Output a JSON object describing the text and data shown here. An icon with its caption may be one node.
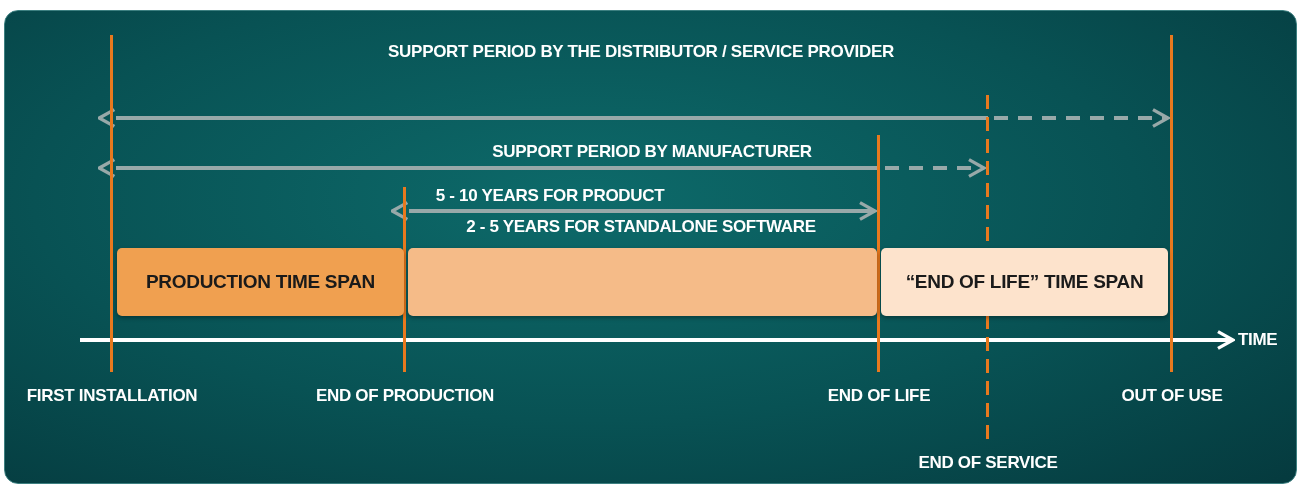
{
  "diagram": {
    "nodes": [
      {
        "text": [
          "FIRST INSTALLATION"
        ]
      },
      {
        "text": [
          "END OF PRODUCTION"
        ]
      },
      {
        "text": [
          "END OF LIFE"
        ]
      },
      {
        "text": [
          "END OF SERVICE"
        ]
      },
      {
        "text": [
          "OUT OF USE"
        ]
      },
      {
        "text": [
          "PRODUCTION TIME SPAN"
        ]
      },
      {
        "text": [],
        "shape": "bar"
      },
      {
        "text": [
          "“END OF LIFE” TIME SPAN"
        ]
      },
      {
        "text": [
          "TIME"
        ]
      }
    ],
    "edges": [
      {
        "from": 0,
        "to": 4,
        "arrow": "both",
        "style": "dashed",
        "label": "SUPPORT PERIOD BY THE DISTRIBUTOR / SERVICE PROVIDER"
      },
      {
        "from": 0,
        "to": 3,
        "arrow": "both",
        "style": "dashed",
        "label": "SUPPORT PERIOD BY MANUFACTURER"
      },
      {
        "from": 1,
        "to": 2,
        "arrow": "both",
        "label": "5 - 10 YEARS FOR PRODUCT"
      },
      {
        "from": null,
        "to": 8,
        "arrow": "to",
        "color": "#ffffff"
      }
    ],
    "labels": [
      "2 - 5 YEARS FOR STANDALONE SOFTWARE"
    ]
  }
}
